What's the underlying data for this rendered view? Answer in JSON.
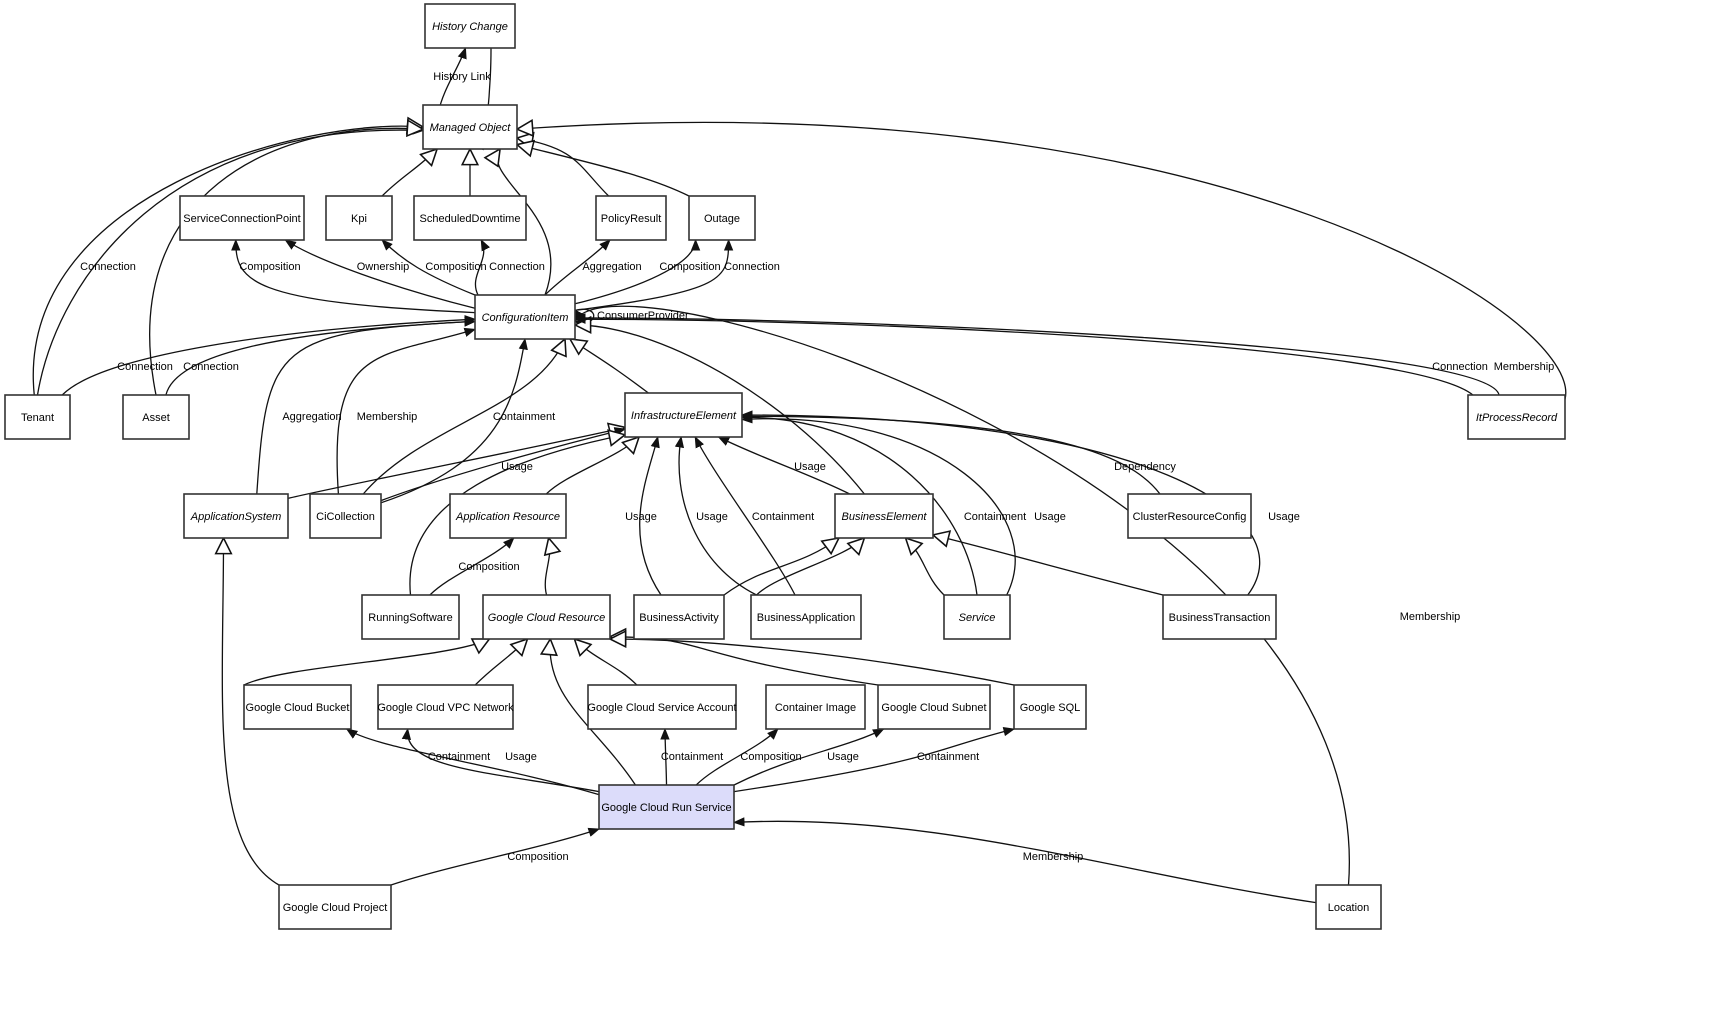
{
  "title": "Google Cloud Run Service class relationship diagram",
  "colors": {
    "highlight_node": "#dcdcfa",
    "node_border": "#333333",
    "edge": "#111111"
  },
  "nodes": [
    {
      "id": "historyChange",
      "label": "History Change",
      "abstract": true
    },
    {
      "id": "managedObject",
      "label": "Managed Object",
      "abstract": true
    },
    {
      "id": "serviceConnectionPoint",
      "label": "ServiceConnectionPoint"
    },
    {
      "id": "kpi",
      "label": "Kpi"
    },
    {
      "id": "scheduledDowntime",
      "label": "ScheduledDowntime"
    },
    {
      "id": "policyResult",
      "label": "PolicyResult"
    },
    {
      "id": "outage",
      "label": "Outage"
    },
    {
      "id": "configurationItem",
      "label": "ConfigurationItem",
      "abstract": true
    },
    {
      "id": "tenant",
      "label": "Tenant"
    },
    {
      "id": "asset",
      "label": "Asset"
    },
    {
      "id": "itProcessRecord",
      "label": "ItProcessRecord",
      "abstract": true
    },
    {
      "id": "infrastructureElement",
      "label": "InfrastructureElement",
      "abstract": true
    },
    {
      "id": "applicationSystem",
      "label": "ApplicationSystem",
      "abstract": true
    },
    {
      "id": "ciCollection",
      "label": "CiCollection"
    },
    {
      "id": "applicationResource",
      "label": "Application Resource",
      "abstract": true
    },
    {
      "id": "businessElement",
      "label": "BusinessElement",
      "abstract": true
    },
    {
      "id": "clusterResourceConfig",
      "label": "ClusterResourceConfig"
    },
    {
      "id": "runningSoftware",
      "label": "RunningSoftware"
    },
    {
      "id": "googleCloudResource",
      "label": "Google Cloud Resource",
      "abstract": true
    },
    {
      "id": "businessActivity",
      "label": "BusinessActivity"
    },
    {
      "id": "businessApplication",
      "label": "BusinessApplication"
    },
    {
      "id": "service",
      "label": "Service",
      "abstract": true
    },
    {
      "id": "businessTransaction",
      "label": "BusinessTransaction"
    },
    {
      "id": "googleCloudBucket",
      "label": "Google Cloud Bucket"
    },
    {
      "id": "googleCloudVpcNetwork",
      "label": "Google Cloud VPC Network"
    },
    {
      "id": "googleCloudServiceAccount",
      "label": "Google Cloud Service Account"
    },
    {
      "id": "containerImage",
      "label": "Container Image"
    },
    {
      "id": "googleCloudSubnet",
      "label": "Google Cloud Subnet"
    },
    {
      "id": "googleSql",
      "label": "Google SQL"
    },
    {
      "id": "googleCloudRunService",
      "label": "Google Cloud Run Service",
      "highlight": true
    },
    {
      "id": "googleCloudProject",
      "label": "Google Cloud Project"
    },
    {
      "id": "location",
      "label": "Location"
    }
  ],
  "edges": [
    {
      "from": "managedObject",
      "to": "historyChange",
      "label": "History Link",
      "type": "association"
    },
    {
      "from": "historyChange",
      "to": "managedObject",
      "label": "",
      "type": "inheritance"
    },
    {
      "from": "tenant",
      "to": "managedObject",
      "label": "",
      "type": "inheritance"
    },
    {
      "from": "tenant",
      "to": "managedObject",
      "label": "Connection",
      "type": "association"
    },
    {
      "from": "asset",
      "to": "managedObject",
      "label": "",
      "type": "inheritance"
    },
    {
      "from": "kpi",
      "to": "managedObject",
      "label": "",
      "type": "inheritance"
    },
    {
      "from": "scheduledDowntime",
      "to": "managedObject",
      "label": "",
      "type": "inheritance"
    },
    {
      "from": "configurationItem",
      "to": "managedObject",
      "label": "",
      "type": "inheritance"
    },
    {
      "from": "policyResult",
      "to": "managedObject",
      "label": "",
      "type": "inheritance"
    },
    {
      "from": "outage",
      "to": "managedObject",
      "label": "",
      "type": "inheritance"
    },
    {
      "from": "itProcessRecord",
      "to": "managedObject",
      "label": "",
      "type": "inheritance"
    },
    {
      "from": "configurationItem",
      "to": "serviceConnectionPoint",
      "label": "Composition",
      "type": "association"
    },
    {
      "from": "configurationItem",
      "to": "serviceConnectionPoint",
      "label": "Ownership",
      "type": "association"
    },
    {
      "from": "configurationItem",
      "to": "kpi",
      "label": "Composition",
      "type": "association"
    },
    {
      "from": "configurationItem",
      "to": "scheduledDowntime",
      "label": "Connection",
      "type": "association"
    },
    {
      "from": "configurationItem",
      "to": "policyResult",
      "label": "Aggregation",
      "type": "association"
    },
    {
      "from": "configurationItem",
      "to": "outage",
      "label": "Composition",
      "type": "association"
    },
    {
      "from": "configurationItem",
      "to": "outage",
      "label": "Connection",
      "type": "association"
    },
    {
      "from": "configurationItem",
      "to": "configurationItem",
      "label": "ConsumerProvider",
      "type": "self"
    },
    {
      "from": "tenant",
      "to": "configurationItem",
      "label": "Connection",
      "type": "association"
    },
    {
      "from": "asset",
      "to": "configurationItem",
      "label": "Connection",
      "type": "association"
    },
    {
      "from": "applicationSystem",
      "to": "configurationItem",
      "label": "Aggregation",
      "type": "association"
    },
    {
      "from": "ciCollection",
      "to": "configurationItem",
      "label": "Membership",
      "type": "association"
    },
    {
      "from": "ciCollection",
      "to": "configurationItem",
      "label": "",
      "type": "inheritance"
    },
    {
      "from": "ciCollection",
      "to": "configurationItem",
      "label": "Containment",
      "type": "association"
    },
    {
      "from": "infrastructureElement",
      "to": "configurationItem",
      "label": "",
      "type": "inheritance"
    },
    {
      "from": "businessElement",
      "to": "configurationItem",
      "label": "",
      "type": "inheritance"
    },
    {
      "from": "location",
      "to": "configurationItem",
      "label": "Membership",
      "type": "association"
    },
    {
      "from": "itProcessRecord",
      "to": "configurationItem",
      "label": "Connection",
      "type": "association"
    },
    {
      "from": "itProcessRecord",
      "to": "configurationItem",
      "label": "Membership",
      "type": "association"
    },
    {
      "from": "applicationSystem",
      "to": "infrastructureElement",
      "label": "",
      "type": "inheritance"
    },
    {
      "from": "ciCollection",
      "to": "infrastructureElement",
      "label": "Usage",
      "type": "association"
    },
    {
      "from": "applicationResource",
      "to": "infrastructureElement",
      "label": "",
      "type": "inheritance"
    },
    {
      "from": "runningSoftware",
      "to": "infrastructureElement",
      "label": "",
      "type": "inheritance"
    },
    {
      "from": "businessActivity",
      "to": "infrastructureElement",
      "label": "Usage",
      "type": "association"
    },
    {
      "from": "businessApplication",
      "to": "infrastructureElement",
      "label": "Usage",
      "type": "association"
    },
    {
      "from": "businessApplication",
      "to": "infrastructureElement",
      "label": "Containment",
      "type": "association"
    },
    {
      "from": "businessElement",
      "to": "infrastructureElement",
      "label": "Usage",
      "type": "association"
    },
    {
      "from": "service",
      "to": "infrastructureElement",
      "label": "Containment",
      "type": "association"
    },
    {
      "from": "service",
      "to": "infrastructureElement",
      "label": "Usage",
      "type": "association"
    },
    {
      "from": "clusterResourceConfig",
      "to": "infrastructureElement",
      "label": "Dependency",
      "type": "association"
    },
    {
      "from": "businessTransaction",
      "to": "infrastructureElement",
      "label": "Usage",
      "type": "association"
    },
    {
      "from": "runningSoftware",
      "to": "applicationResource",
      "label": "Composition",
      "type": "association"
    },
    {
      "from": "googleCloudResource",
      "to": "applicationResource",
      "label": "",
      "type": "inheritance"
    },
    {
      "from": "businessActivity",
      "to": "businessElement",
      "label": "",
      "type": "inheritance"
    },
    {
      "from": "businessApplication",
      "to": "businessElement",
      "label": "",
      "type": "inheritance"
    },
    {
      "from": "service",
      "to": "businessElement",
      "label": "",
      "type": "inheritance"
    },
    {
      "from": "businessTransaction",
      "to": "businessElement",
      "label": "",
      "type": "inheritance"
    },
    {
      "from": "googleCloudBucket",
      "to": "googleCloudResource",
      "label": "",
      "type": "inheritance"
    },
    {
      "from": "googleCloudVpcNetwork",
      "to": "googleCloudResource",
      "label": "",
      "type": "inheritance"
    },
    {
      "from": "googleCloudRunService",
      "to": "googleCloudResource",
      "label": "",
      "type": "inheritance"
    },
    {
      "from": "googleCloudServiceAccount",
      "to": "googleCloudResource",
      "label": "",
      "type": "inheritance"
    },
    {
      "from": "googleCloudSubnet",
      "to": "googleCloudResource",
      "label": "",
      "type": "inheritance"
    },
    {
      "from": "googleSql",
      "to": "googleCloudResource",
      "label": "",
      "type": "inheritance"
    },
    {
      "from": "googleCloudRunService",
      "to": "googleCloudBucket",
      "label": "Containment",
      "type": "association"
    },
    {
      "from": "googleCloudRunService",
      "to": "googleCloudVpcNetwork",
      "label": "Usage",
      "type": "association"
    },
    {
      "from": "googleCloudRunService",
      "to": "googleCloudServiceAccount",
      "label": "Containment",
      "type": "association"
    },
    {
      "from": "googleCloudRunService",
      "to": "containerImage",
      "label": "Composition",
      "type": "association"
    },
    {
      "from": "googleCloudRunService",
      "to": "googleCloudSubnet",
      "label": "Usage",
      "type": "association"
    },
    {
      "from": "googleCloudRunService",
      "to": "googleSql",
      "label": "Containment",
      "type": "association"
    },
    {
      "from": "googleCloudProject",
      "to": "googleCloudRunService",
      "label": "Composition",
      "type": "association"
    },
    {
      "from": "googleCloudProject",
      "to": "applicationSystem",
      "label": "",
      "type": "inheritance"
    },
    {
      "from": "location",
      "to": "googleCloudRunService",
      "label": "Membership",
      "type": "association"
    }
  ]
}
